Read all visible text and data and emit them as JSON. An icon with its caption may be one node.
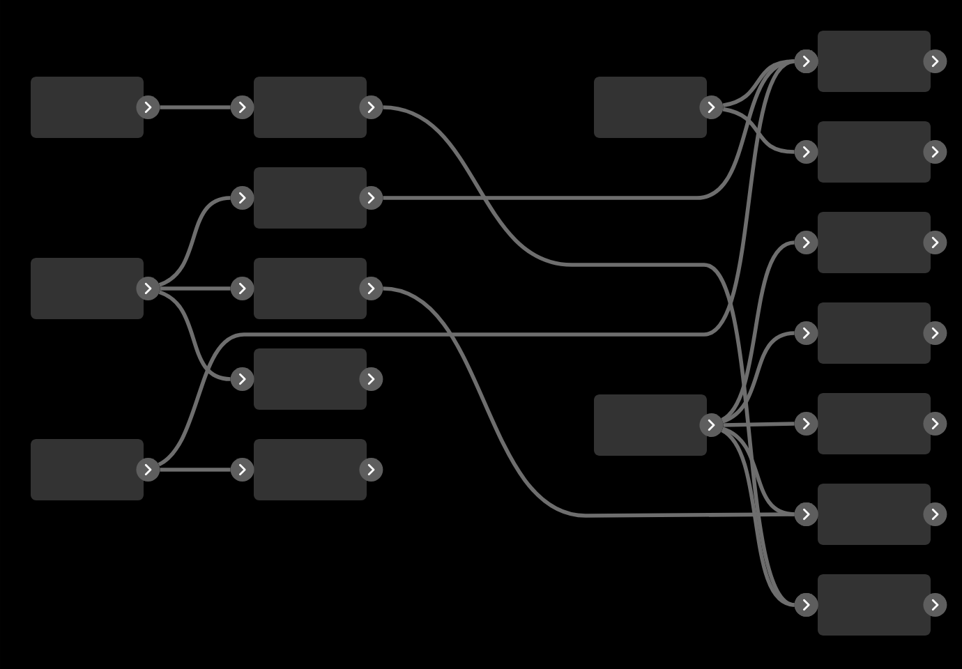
{
  "diagram": {
    "nodes": [
      {
        "text": [],
        "shape": "box"
      },
      {
        "text": [],
        "shape": "box"
      },
      {
        "text": [],
        "shape": "box"
      },
      {
        "text": [],
        "shape": "box"
      },
      {
        "text": [],
        "shape": "box"
      },
      {
        "text": [],
        "shape": "box"
      },
      {
        "text": [],
        "shape": "box"
      },
      {
        "text": [],
        "shape": "box"
      },
      {
        "text": [],
        "shape": "box"
      },
      {
        "text": [],
        "shape": "box"
      },
      {
        "text": [],
        "shape": "box"
      },
      {
        "text": [],
        "shape": "box"
      },
      {
        "text": [],
        "shape": "box"
      },
      {
        "text": [],
        "shape": "box"
      },
      {
        "text": [],
        "shape": "box"
      },
      {
        "text": [],
        "shape": "box"
      },
      {
        "text": [],
        "shape": "box"
      }
    ],
    "edges": [
      {
        "from": 0,
        "to": 3,
        "arrow": "to"
      },
      {
        "from": 1,
        "to": 4,
        "arrow": "to"
      },
      {
        "from": 1,
        "to": 5,
        "arrow": "to"
      },
      {
        "from": 1,
        "to": 6,
        "arrow": "to"
      },
      {
        "from": 2,
        "to": 7,
        "arrow": "to"
      },
      {
        "from": 2,
        "to": 10,
        "arrow": "to"
      },
      {
        "from": 3,
        "to": 16,
        "arrow": "to"
      },
      {
        "from": 4,
        "to": 10,
        "arrow": "to"
      },
      {
        "from": 5,
        "to": 15,
        "arrow": "to"
      },
      {
        "from": 8,
        "to": 10,
        "arrow": "to"
      },
      {
        "from": 8,
        "to": 11,
        "arrow": "to"
      },
      {
        "from": 9,
        "to": 12,
        "arrow": "to"
      },
      {
        "from": 9,
        "to": 13,
        "arrow": "to"
      },
      {
        "from": 9,
        "to": 14,
        "arrow": "to"
      },
      {
        "from": 9,
        "to": 15,
        "arrow": "to"
      },
      {
        "from": 9,
        "to": 16,
        "arrow": "to"
      }
    ]
  }
}
